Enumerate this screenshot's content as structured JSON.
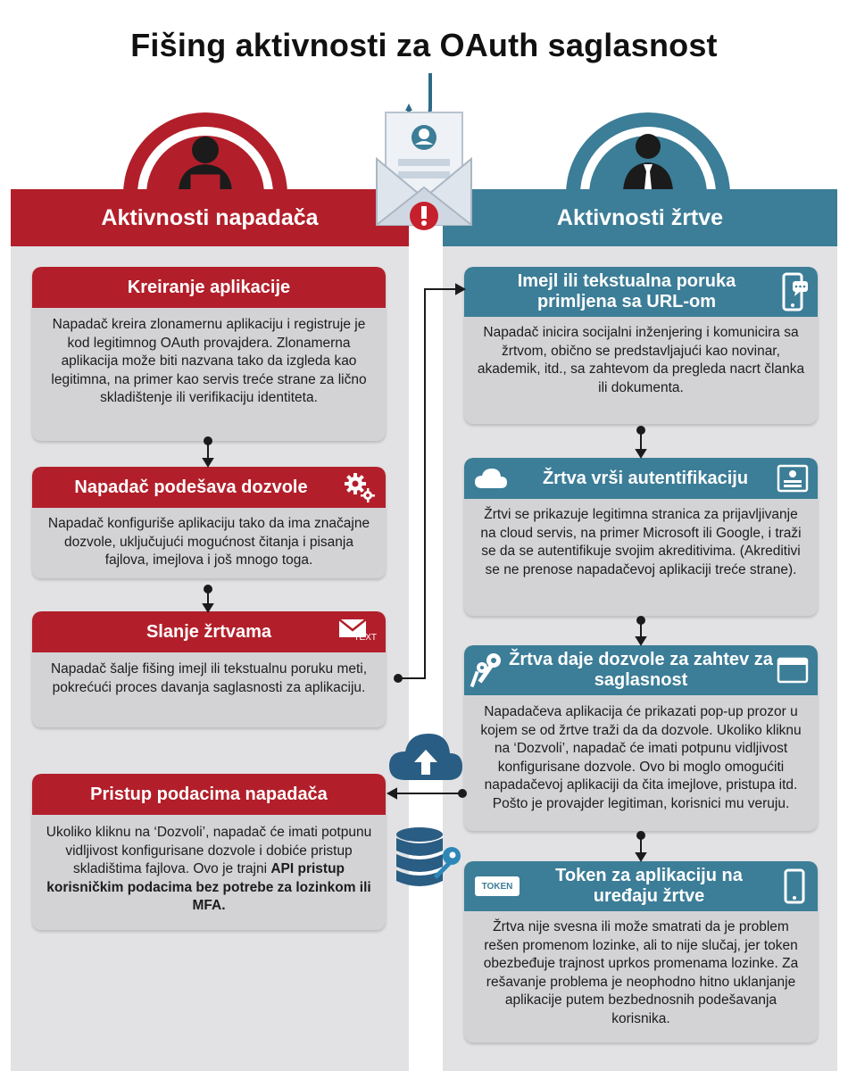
{
  "title": "Fišing aktivnosti za OAuth saglasnost",
  "left_column": {
    "header": "Aktivnosti napadača",
    "cards": [
      {
        "title": "Kreiranje aplikacije",
        "body": "Napadač kreira zlonamernu aplikaciju i registruje je kod legitimnog OAuth provajdera. Zlonamerna aplikacija može biti nazvana tako da izgleda kao legitimna, na primer kao servis treće strane za lično skladištenje ili verifikaciju identiteta."
      },
      {
        "title": "Napadač podešava dozvole",
        "body": "Napadač konfiguriše aplikaciju tako da ima značajne dozvole, uključujući mogućnost čitanja i pisanja fajlova, imejlova i još mnogo toga."
      },
      {
        "title": "Slanje žrtvama",
        "icon_text": "TEXT",
        "body": "Napadač šalje fišing imejl ili tekstualnu poruku meti, pokrećući proces davanja saglasnosti za aplikaciju."
      },
      {
        "title": "Pristup podacima napadača",
        "body_plain": "Ukoliko kliknu na ‘Dozvoli’, napadač će imati potpunu vidljivost konfigurisane dozvole i dobiće pristup skladištima fajlova. Ovo je trajni",
        "body_bold": "API pristup korisničkim podacima bez potrebe za lozinkom ili MFA."
      }
    ]
  },
  "right_column": {
    "header": "Aktivnosti žrtve",
    "cards": [
      {
        "title": "Imejl ili tekstualna poruka primljena sa URL-om",
        "body": "Napadač inicira socijalni inženjering i komunicira sa žrtvom, obično se predstavljajući kao novinar, akademik, itd., sa zahtevom da pregleda nacrt članka ili dokumenta."
      },
      {
        "title": "Žrtva vrši autentifikaciju",
        "body": "Žrtvi se prikazuje legitimna stranica za prijavljivanje na cloud servis, na primer Microsoft ili Google, i traži se da se autentifikuje svojim akreditivima. (Akreditivi se ne prenose napadačevoj aplikaciji treće strane)."
      },
      {
        "title": "Žrtva daje dozvole za zahtev za saglasnost",
        "body": "Napadačeva aplikacija će prikazati pop-up prozor u kojem se od žrtve traži da da dozvole. Ukoliko kliknu na ‘Dozvoli’, napadač će imati potpunu vidljivost konfigurisane dozvole. Ovo bi moglo omogućiti napadačevoj aplikaciji da čita imejlove, pristupa itd. Pošto je provajder legitiman, korisnici mu veruju."
      },
      {
        "title": "Token za aplikaciju na uređaju žrtve",
        "icon_text": "TOKEN",
        "body": "Žrtva nije svesna ili može smatrati da je problem rešen promenom lozinke, ali to nije slučaj, jer token obezbeđuje trajnost uprkos promenama lozinke. Za rešavanje problema je neophodno hitno uklanjanje aplikacije putem bezbednosnih podešavanja korisnika."
      }
    ]
  },
  "colors": {
    "red": "#b21f2a",
    "blue": "#3c7d97",
    "card": "#d3d3d6",
    "column": "#e2e2e4"
  }
}
